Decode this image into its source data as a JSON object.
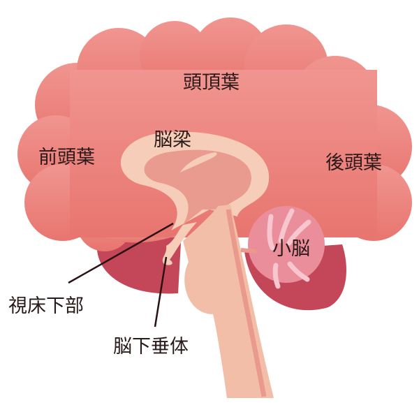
{
  "labels": {
    "parietal": "頭頂葉",
    "frontal": "前頭葉",
    "corpus_callosum": "脳梁",
    "occipital": "後頭葉",
    "cerebellum": "小脳",
    "hypothalamus": "視床下部",
    "pituitary": "脳下垂体"
  },
  "colors": {
    "cerebrum": "#eb857f",
    "lower_region": "#c44659",
    "corpus_callosum": "#f6cdb8",
    "inner": "#e99b8f",
    "brainstem": "#f3bea8",
    "cerebellum": "#ea8e9b",
    "leader_line": "#2a1215"
  }
}
